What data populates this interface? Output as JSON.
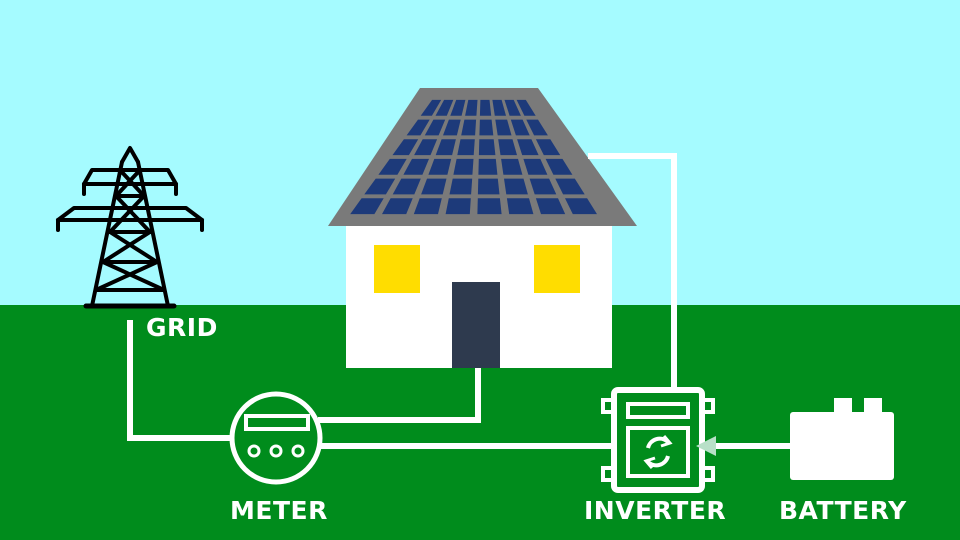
{
  "labels": {
    "grid": "GRID",
    "meter": "METER",
    "inverter": "INVERTER",
    "battery": "BATTERY"
  },
  "colors": {
    "sky": "#a5fbff",
    "ground": "#008c1c",
    "wire": "#ffffff",
    "roof": "#7a7a7a",
    "solar_panel": "#1d3a7a",
    "house_wall": "#ffffff",
    "window": "#ffdd00",
    "door": "#2e3a4e",
    "tower": "#000000"
  },
  "icons": {
    "tower": "transmission-tower-icon",
    "meter": "electric-meter-icon",
    "inverter": "inverter-icon",
    "battery": "battery-icon",
    "flow_arrow": "arrow-left-icon"
  }
}
